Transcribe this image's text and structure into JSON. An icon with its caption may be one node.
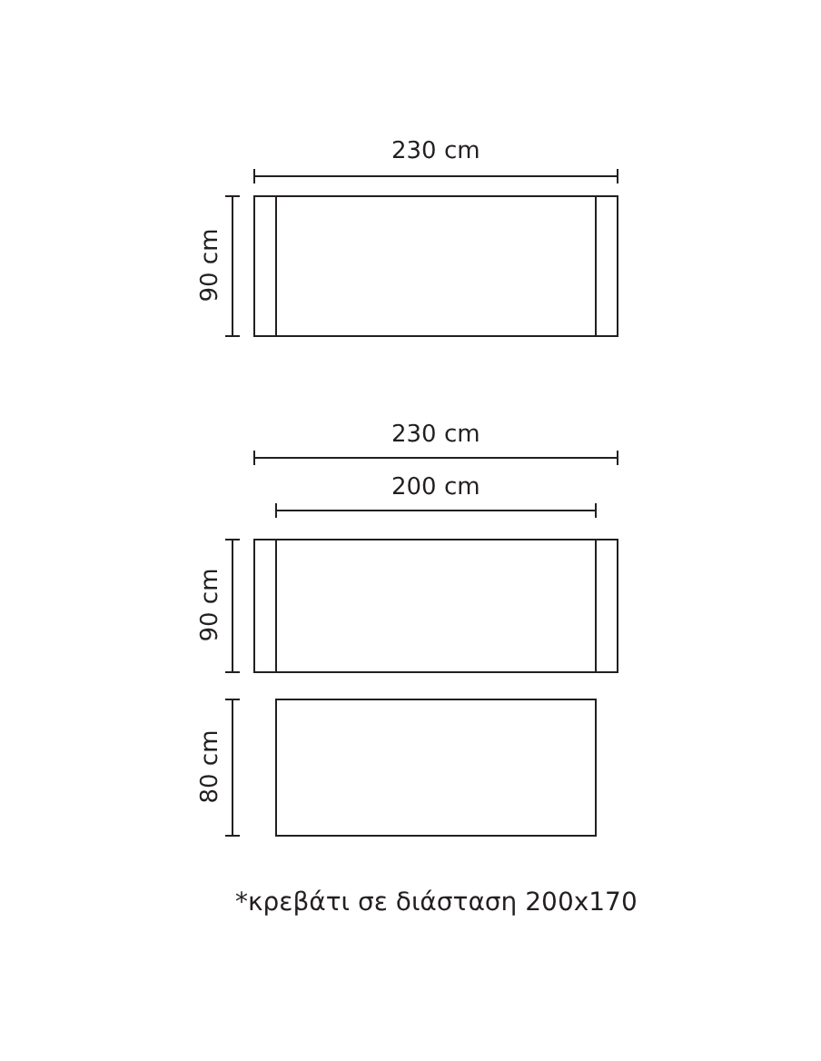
{
  "diagram": {
    "labels": [
      "230 cm",
      "90 cm",
      "230 cm",
      "200 cm",
      "90 cm",
      "80 cm",
      "*κρεβάτι σε διάσταση 200x170"
    ]
  }
}
